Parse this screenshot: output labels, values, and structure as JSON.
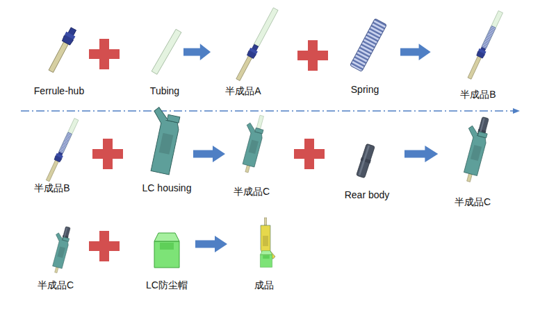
{
  "diagram": {
    "labels": [
      "Ferrule-hub",
      "Tubing",
      "半成品A",
      "Spring",
      "半成品B",
      "半成品B",
      "LC housing",
      "半成品C",
      "Rear body",
      "半成品C",
      "半成品C",
      "LC防尘帽",
      "成品"
    ]
  }
}
